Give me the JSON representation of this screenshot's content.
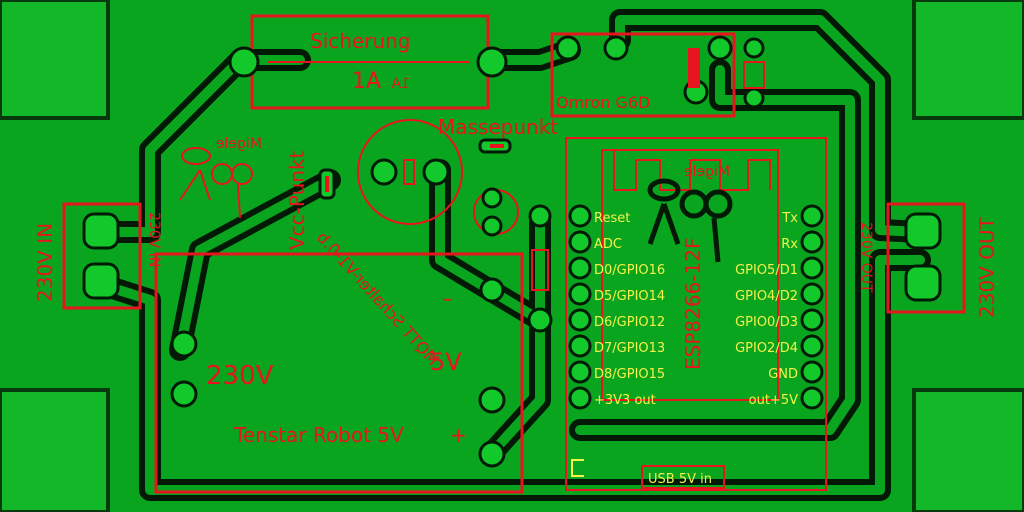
{
  "colors": {
    "copper": "#0aa51f",
    "board": "#063a0c",
    "pad": "#12c82a",
    "silk_red": "#e8141e",
    "silk_yellow": "#f4f14a",
    "trace_dark": "#021a05"
  },
  "labels": {
    "fuse": "Sicherung",
    "fuse_rating": "1A",
    "fuse_rating_mirror": "1A",
    "relay": "Omron G6D",
    "massepunkt": "Massepunkt",
    "vcc_punkt": "Vcc-Punkt",
    "input_230v": "230V IN",
    "input_230v_mirror": "230V IN",
    "output_230v": "230V OUT",
    "output_230v_mirror": "230V OUT",
    "psu_230v": "230V",
    "psu_5v": "5V",
    "psu_name": "Tenstar Robot 5V",
    "psu_plus": "+",
    "psu_minus": "–",
    "board_name": "MQTT Schalter-V1-0.b",
    "logo_text": "Migele",
    "esp_name": "ESP8266-12F",
    "usb_in": "USB 5V in",
    "pin_reset": "Reset",
    "pin_adc": "ADC",
    "pin_d0": "D0/GPIO16",
    "pin_d5": "D5/GPIO14",
    "pin_d6": "D6/GPIO12",
    "pin_d7": "D7/GPIO13",
    "pin_d8": "D8/GPIO15",
    "pin_3v3": "+3V3 out",
    "pin_tx": "Tx",
    "pin_rx": "Rx",
    "pin_d1": "GPIO5/D1",
    "pin_d2": "GPIO4/D2",
    "pin_d3": "GPIO0/D3",
    "pin_d4": "GPIO2/D4",
    "pin_gnd": "GND",
    "pin_5v": "out+5V"
  }
}
